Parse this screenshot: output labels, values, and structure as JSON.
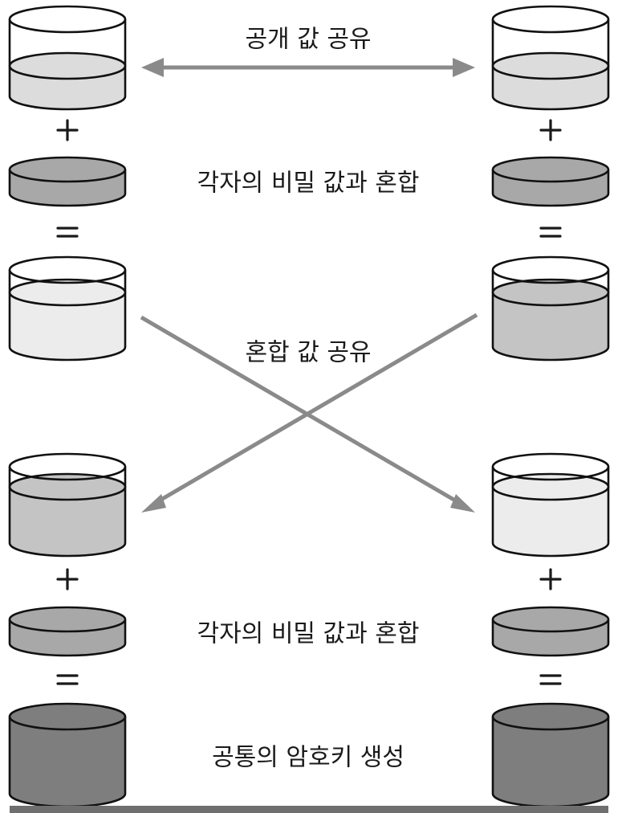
{
  "labels": {
    "share_public": "공개 값 공유",
    "mix_secret_1": "각자의 비밀 값과 혼합",
    "share_mixed": "혼합 값 공유",
    "mix_secret_2": "각자의 비밀 값과 혼합",
    "generate_key": "공통의 암호키 생성"
  },
  "colors": {
    "public": "#dcdcdc",
    "secret_left": "#a8a8a8",
    "secret_right": "#a8a8a8",
    "mixed_left": "#ececec",
    "mixed_right": "#c4c4c4",
    "common_key": "#7e7e7e",
    "arrow": "#8a8a8a",
    "outline": "#111111"
  }
}
